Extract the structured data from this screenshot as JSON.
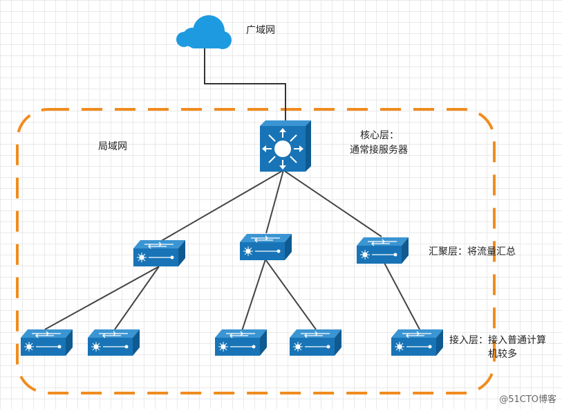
{
  "labels": {
    "wan": "广域网",
    "lan": "局域网",
    "core": "核心层：",
    "core_desc": "通常接服务器",
    "aggregation": "汇聚层：将流量汇总",
    "access_line1": "接入层：接入普通计算",
    "access_line2": "机较多"
  },
  "watermark": "@51CTO博客",
  "colors": {
    "device": "#1874b6",
    "device_dark": "#0f5a91",
    "cloud": "#1e9be0",
    "dash_border": "#f08c1e",
    "link": "#444444"
  }
}
